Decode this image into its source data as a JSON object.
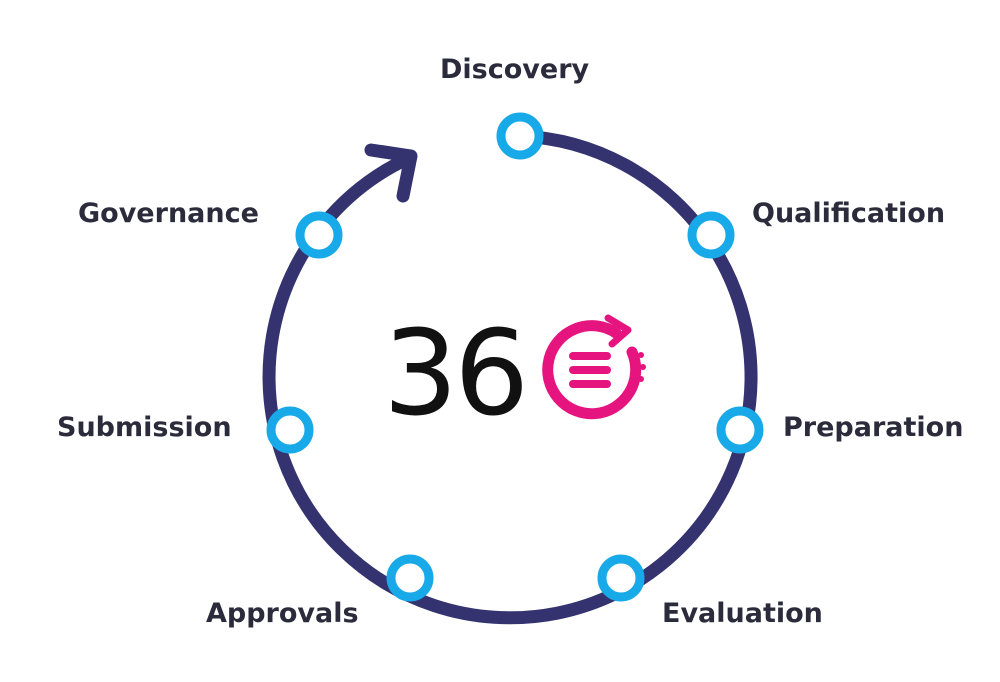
{
  "diagram": {
    "logo": {
      "text": "36",
      "mark_icon": "cycle-list-icon",
      "digit_color": "#111111",
      "mark_color": "#e6147f"
    },
    "stages": [
      {
        "id": "discovery",
        "label": "Discovery"
      },
      {
        "id": "qualification",
        "label": "Qualification"
      },
      {
        "id": "preparation",
        "label": "Preparation"
      },
      {
        "id": "evaluation",
        "label": "Evaluation"
      },
      {
        "id": "approvals",
        "label": "Approvals"
      },
      {
        "id": "submission",
        "label": "Submission"
      },
      {
        "id": "governance",
        "label": "Governance"
      }
    ],
    "colors": {
      "cycle_ring": "#35336f",
      "node_stroke": "#17a9e8",
      "node_fill": "#ffffff",
      "label_text": "#2b2b3c"
    },
    "cycle_arrow_icon": "arrow-head-icon"
  }
}
